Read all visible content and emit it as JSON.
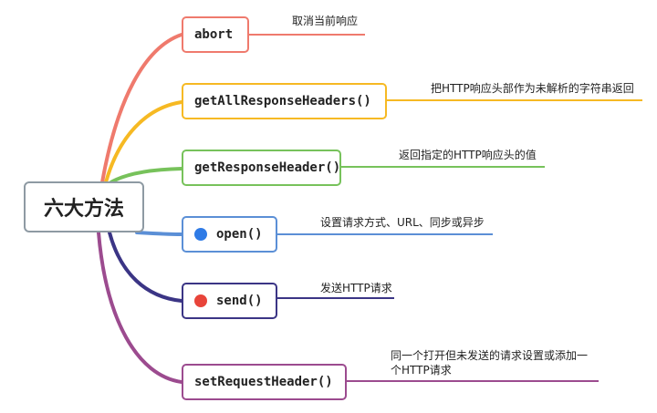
{
  "root": {
    "label": "六大方法"
  },
  "branches": [
    {
      "method": "abort",
      "note": "取消当前响应",
      "color": "#ef7a6d"
    },
    {
      "method": "getAllResponseHeaders()",
      "note": "把HTTP响应头部作为未解析的字符串返回",
      "color": "#f6b923"
    },
    {
      "method": "getResponseHeader()",
      "note": "返回指定的HTTP响应头的值",
      "color": "#77c25b"
    },
    {
      "method": "open()",
      "note": "设置请求方式、URL、同步或异步",
      "color": "#5b8fd6",
      "dot_color": "#2f7be6"
    },
    {
      "method": "send()",
      "note": "发送HTTP请求",
      "color": "#3b3585",
      "dot_color": "#e8443a"
    },
    {
      "method": "setRequestHeader()",
      "note_lines": [
        "同一个打开但未发送的请求设置或添加一",
        "个HTTP请求"
      ],
      "color": "#9c4b8f"
    }
  ]
}
